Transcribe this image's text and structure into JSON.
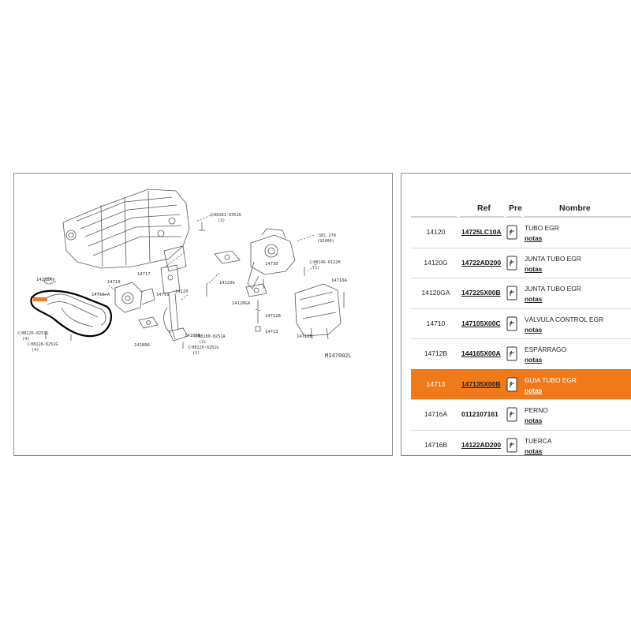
{
  "diagram": {
    "id": "MI47002L",
    "labels": {
      "l14120": "14120",
      "l14120g": "14120G",
      "l14120ga": "14120GA",
      "l14710": "14710",
      "l14712b": "14712B",
      "l14713": "14713",
      "l14716a": "14716A",
      "l14716b": "14716B",
      "l14719": "14719",
      "l14719a": "14719+A",
      "l14717": "14717",
      "l14730": "14730",
      "l14238a": "14238A",
      "l141808": "14180B",
      "l14180a": "14180A",
      "sec_ref": "SEC.278",
      "sec_sub": "(92400)",
      "b1": "Ⓒ08181-0351A",
      "b1q": "(3)",
      "b2": "Ⓒ08146-6122H",
      "b2q": "(1)",
      "b3": "Ⓒ08126-8251G",
      "b3q": "(4)",
      "b4": "Ⓒ08126-8251G",
      "b4q": "(4)",
      "b5": "Ⓒ08180-8251A",
      "b5q": "(2)",
      "b6": "Ⓒ08126-8251G",
      "b6q": "(2)"
    }
  },
  "table": {
    "headers": {
      "ref": "Ref",
      "pre": "Pre",
      "name": "Nombre"
    },
    "rows": [
      {
        "code": "14120",
        "ref": "14725LC10A",
        "name": "TUBO EGR",
        "notes": "notas"
      },
      {
        "code": "14120G",
        "ref": "14722AD200",
        "name": "JUNTA TUBO EGR",
        "notes": "notas"
      },
      {
        "code": "14120GA",
        "ref": "147225X00B",
        "name": "JUNTA TUBO EGR",
        "notes": "notas"
      },
      {
        "code": "14710",
        "ref": "147105X00C",
        "name": "VÁLVULA CONTROL EGR",
        "notes": "notas"
      },
      {
        "code": "14712B",
        "ref": "144165X00A",
        "name": "ESPÁRRAGO",
        "notes": "notas"
      },
      {
        "code": "14713",
        "ref": "147135X00B",
        "name": "GUIA TUBO EGR",
        "notes": "notas"
      },
      {
        "code": "14716A",
        "ref": "0112107161",
        "name": "PERNO",
        "notes": "notas"
      },
      {
        "code": "14716B",
        "ref": "14122AD200",
        "name": "TUERCA",
        "notes": "notas"
      }
    ]
  },
  "selected_row": "14713",
  "colors": {
    "selected_bg": "#f07a1a",
    "highlight_loop": "#000000"
  },
  "icons": {
    "pre": "cart-return-icon"
  }
}
